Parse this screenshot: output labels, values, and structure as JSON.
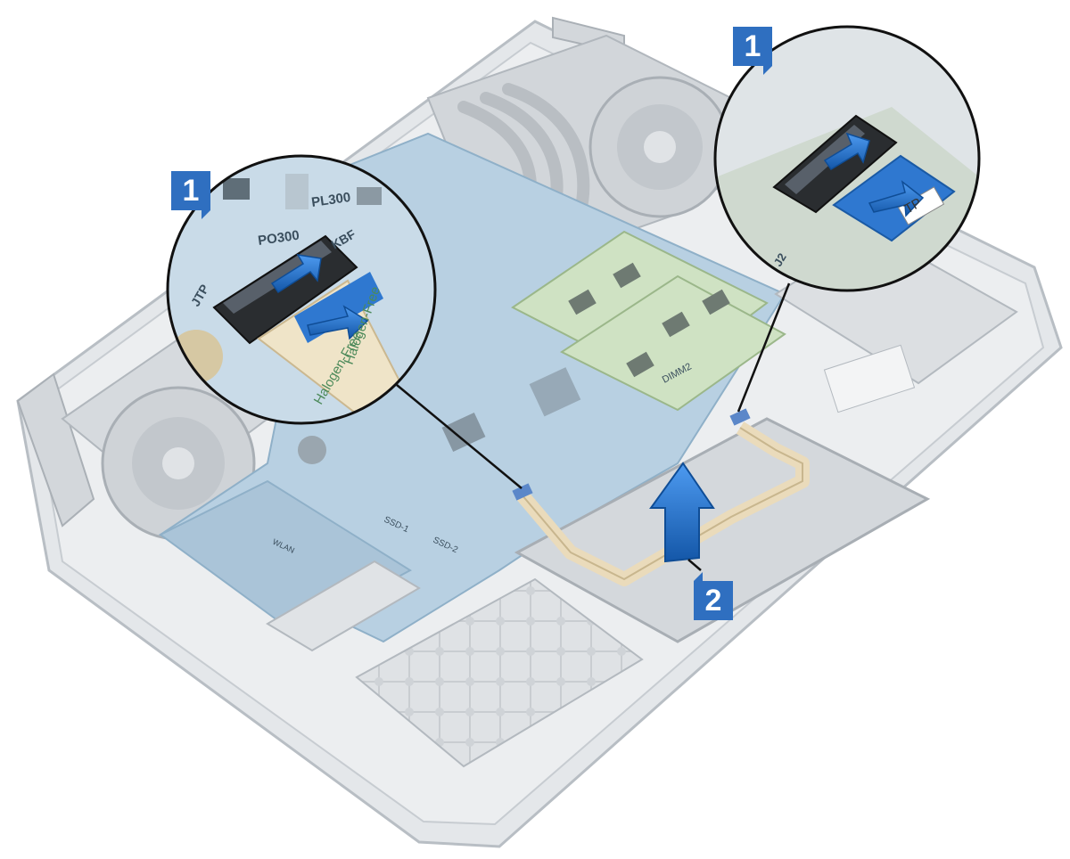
{
  "callouts": [
    {
      "number": "1"
    },
    {
      "number": "1"
    },
    {
      "number": "2"
    }
  ],
  "board_labels": {
    "po300": "PO300",
    "pl300": "PL300",
    "kbf": "KBF",
    "jtp": "JTP",
    "j2": "J2",
    "ssd1": "SSD-1",
    "ssd2": "SSD-2",
    "wlan": "WLAN",
    "dimm": "DIMM2"
  },
  "cable_print": [
    "Halogen-Free",
    "Halogen-Free"
  ],
  "tape_label": "TP",
  "colors": {
    "badge": "#2f6fc0",
    "arrow": "#1e6fc8",
    "board": "#a9c6dc",
    "chassis": "#d9dde1",
    "cable": "#e9d7b0"
  }
}
